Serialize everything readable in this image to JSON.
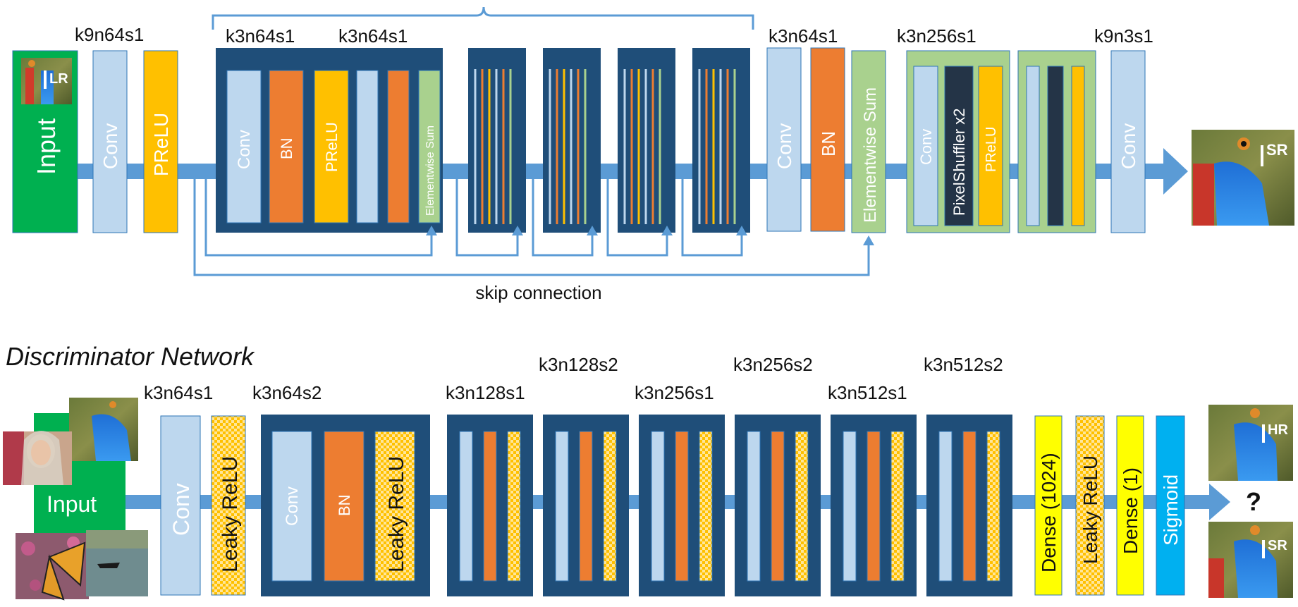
{
  "generator": {
    "brace_label": "",
    "input_label": "Input",
    "input_image_badge": "LR",
    "conv1_params": "k9n64s1",
    "conv1_label": "Conv",
    "prelu1_label": "PReLU",
    "residual_block": {
      "params_a": "k3n64s1",
      "params_b": "k3n64s1",
      "conv_a": "Conv",
      "bn_a": "BN",
      "prelu": "PReLU",
      "sum": "Elementwise Sum"
    },
    "post_params": "k3n64s1",
    "post_conv_label": "Conv",
    "post_bn_label": "BN",
    "post_sum_label": "Elementwise Sum",
    "upsample_params": "k3n256s1",
    "upsample_conv": "Conv",
    "upsample_shuffler": "PixelShuffler x2",
    "upsample_prelu": "PReLU",
    "final_params": "k9n3s1",
    "final_conv_label": "Conv",
    "output_badge": "SR",
    "skip_label": "skip connection"
  },
  "discriminator": {
    "title": "Discriminator Network",
    "input_label": "Input",
    "conv1_params": "k3n64s1",
    "conv1_label": "Conv",
    "lrelu1_label": "Leaky ReLU",
    "block1_params": "k3n64s2",
    "block1_conv": "Conv",
    "block1_bn": "BN",
    "block1_lrelu": "Leaky ReLU",
    "block_params": [
      "k3n128s1",
      "k3n128s2",
      "k3n256s1",
      "k3n256s2",
      "k3n512s1",
      "k3n512s2"
    ],
    "dense1_label": "Dense (1024)",
    "lrelu_label": "Leaky ReLU",
    "dense2_label": "Dense (1)",
    "sigmoid_label": "Sigmoid",
    "hr_badge": "HR",
    "sr_badge": "SR",
    "question": "?"
  },
  "colors": {
    "block_dark": "#1f4e79",
    "conv": "#bdd7ee",
    "bn": "#ed7d31",
    "prelu": "#ffc000",
    "sum": "#a9d18e",
    "input": "#00b050",
    "arrow": "#5b9bd5",
    "dense": "#ffff00",
    "sigmoid": "#00b0f0"
  }
}
